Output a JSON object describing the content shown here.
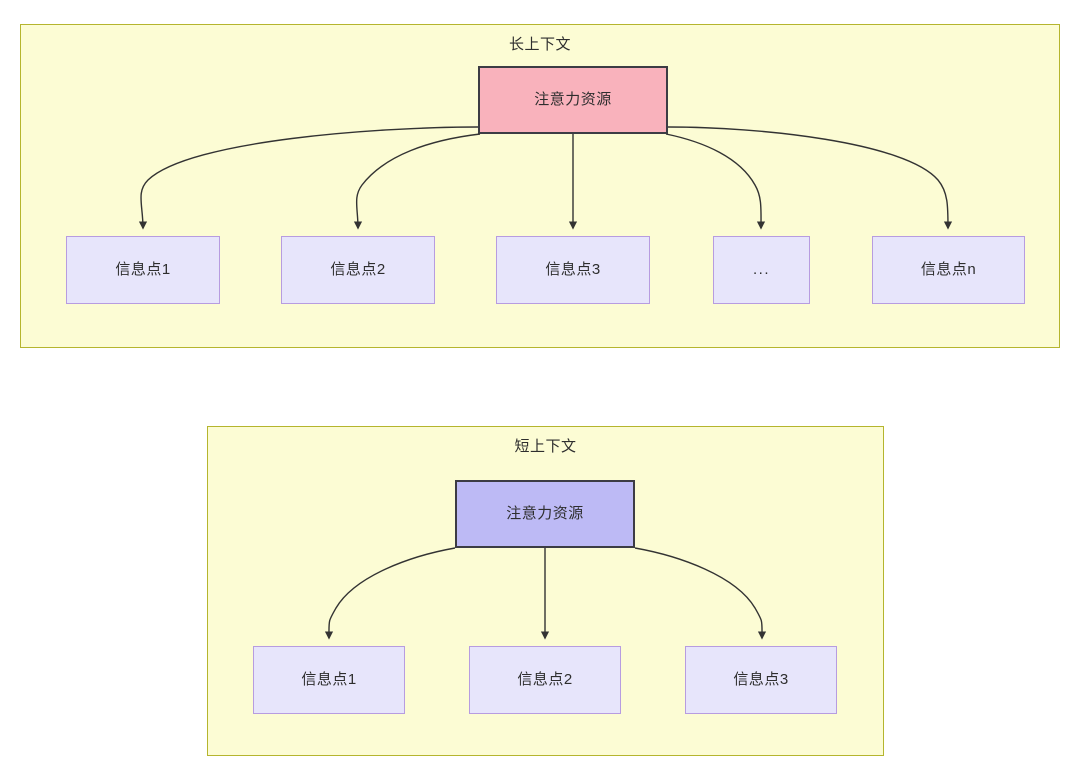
{
  "diagram": {
    "type": "flowchart",
    "title": "",
    "background": "#ffffff",
    "colors": {
      "group_fill": "#fcfcd4",
      "group_border": "#b5b52e",
      "attention_long_fill": "#f9b2bc",
      "attention_short_fill": "#bdbaf5",
      "node_border_strong": "#3c3c44",
      "info_fill": "#e7e5fb",
      "info_border": "#b79ce0",
      "edge_stroke": "#333333",
      "text": "#2e2e2e"
    },
    "groups": [
      {
        "id": "long-context",
        "title": "长上下文",
        "root": {
          "id": "attn-long",
          "label": "注意力资源"
        },
        "children": [
          {
            "id": "info-l-1",
            "label": "信息点1"
          },
          {
            "id": "info-l-2",
            "label": "信息点2"
          },
          {
            "id": "info-l-3",
            "label": "信息点3"
          },
          {
            "id": "info-l-ell",
            "label": "..."
          },
          {
            "id": "info-l-n",
            "label": "信息点n"
          }
        ]
      },
      {
        "id": "short-context",
        "title": "短上下文",
        "root": {
          "id": "attn-short",
          "label": "注意力资源"
        },
        "children": [
          {
            "id": "info-s-1",
            "label": "信息点1"
          },
          {
            "id": "info-s-2",
            "label": "信息点2"
          },
          {
            "id": "info-s-3",
            "label": "信息点3"
          }
        ]
      }
    ]
  }
}
